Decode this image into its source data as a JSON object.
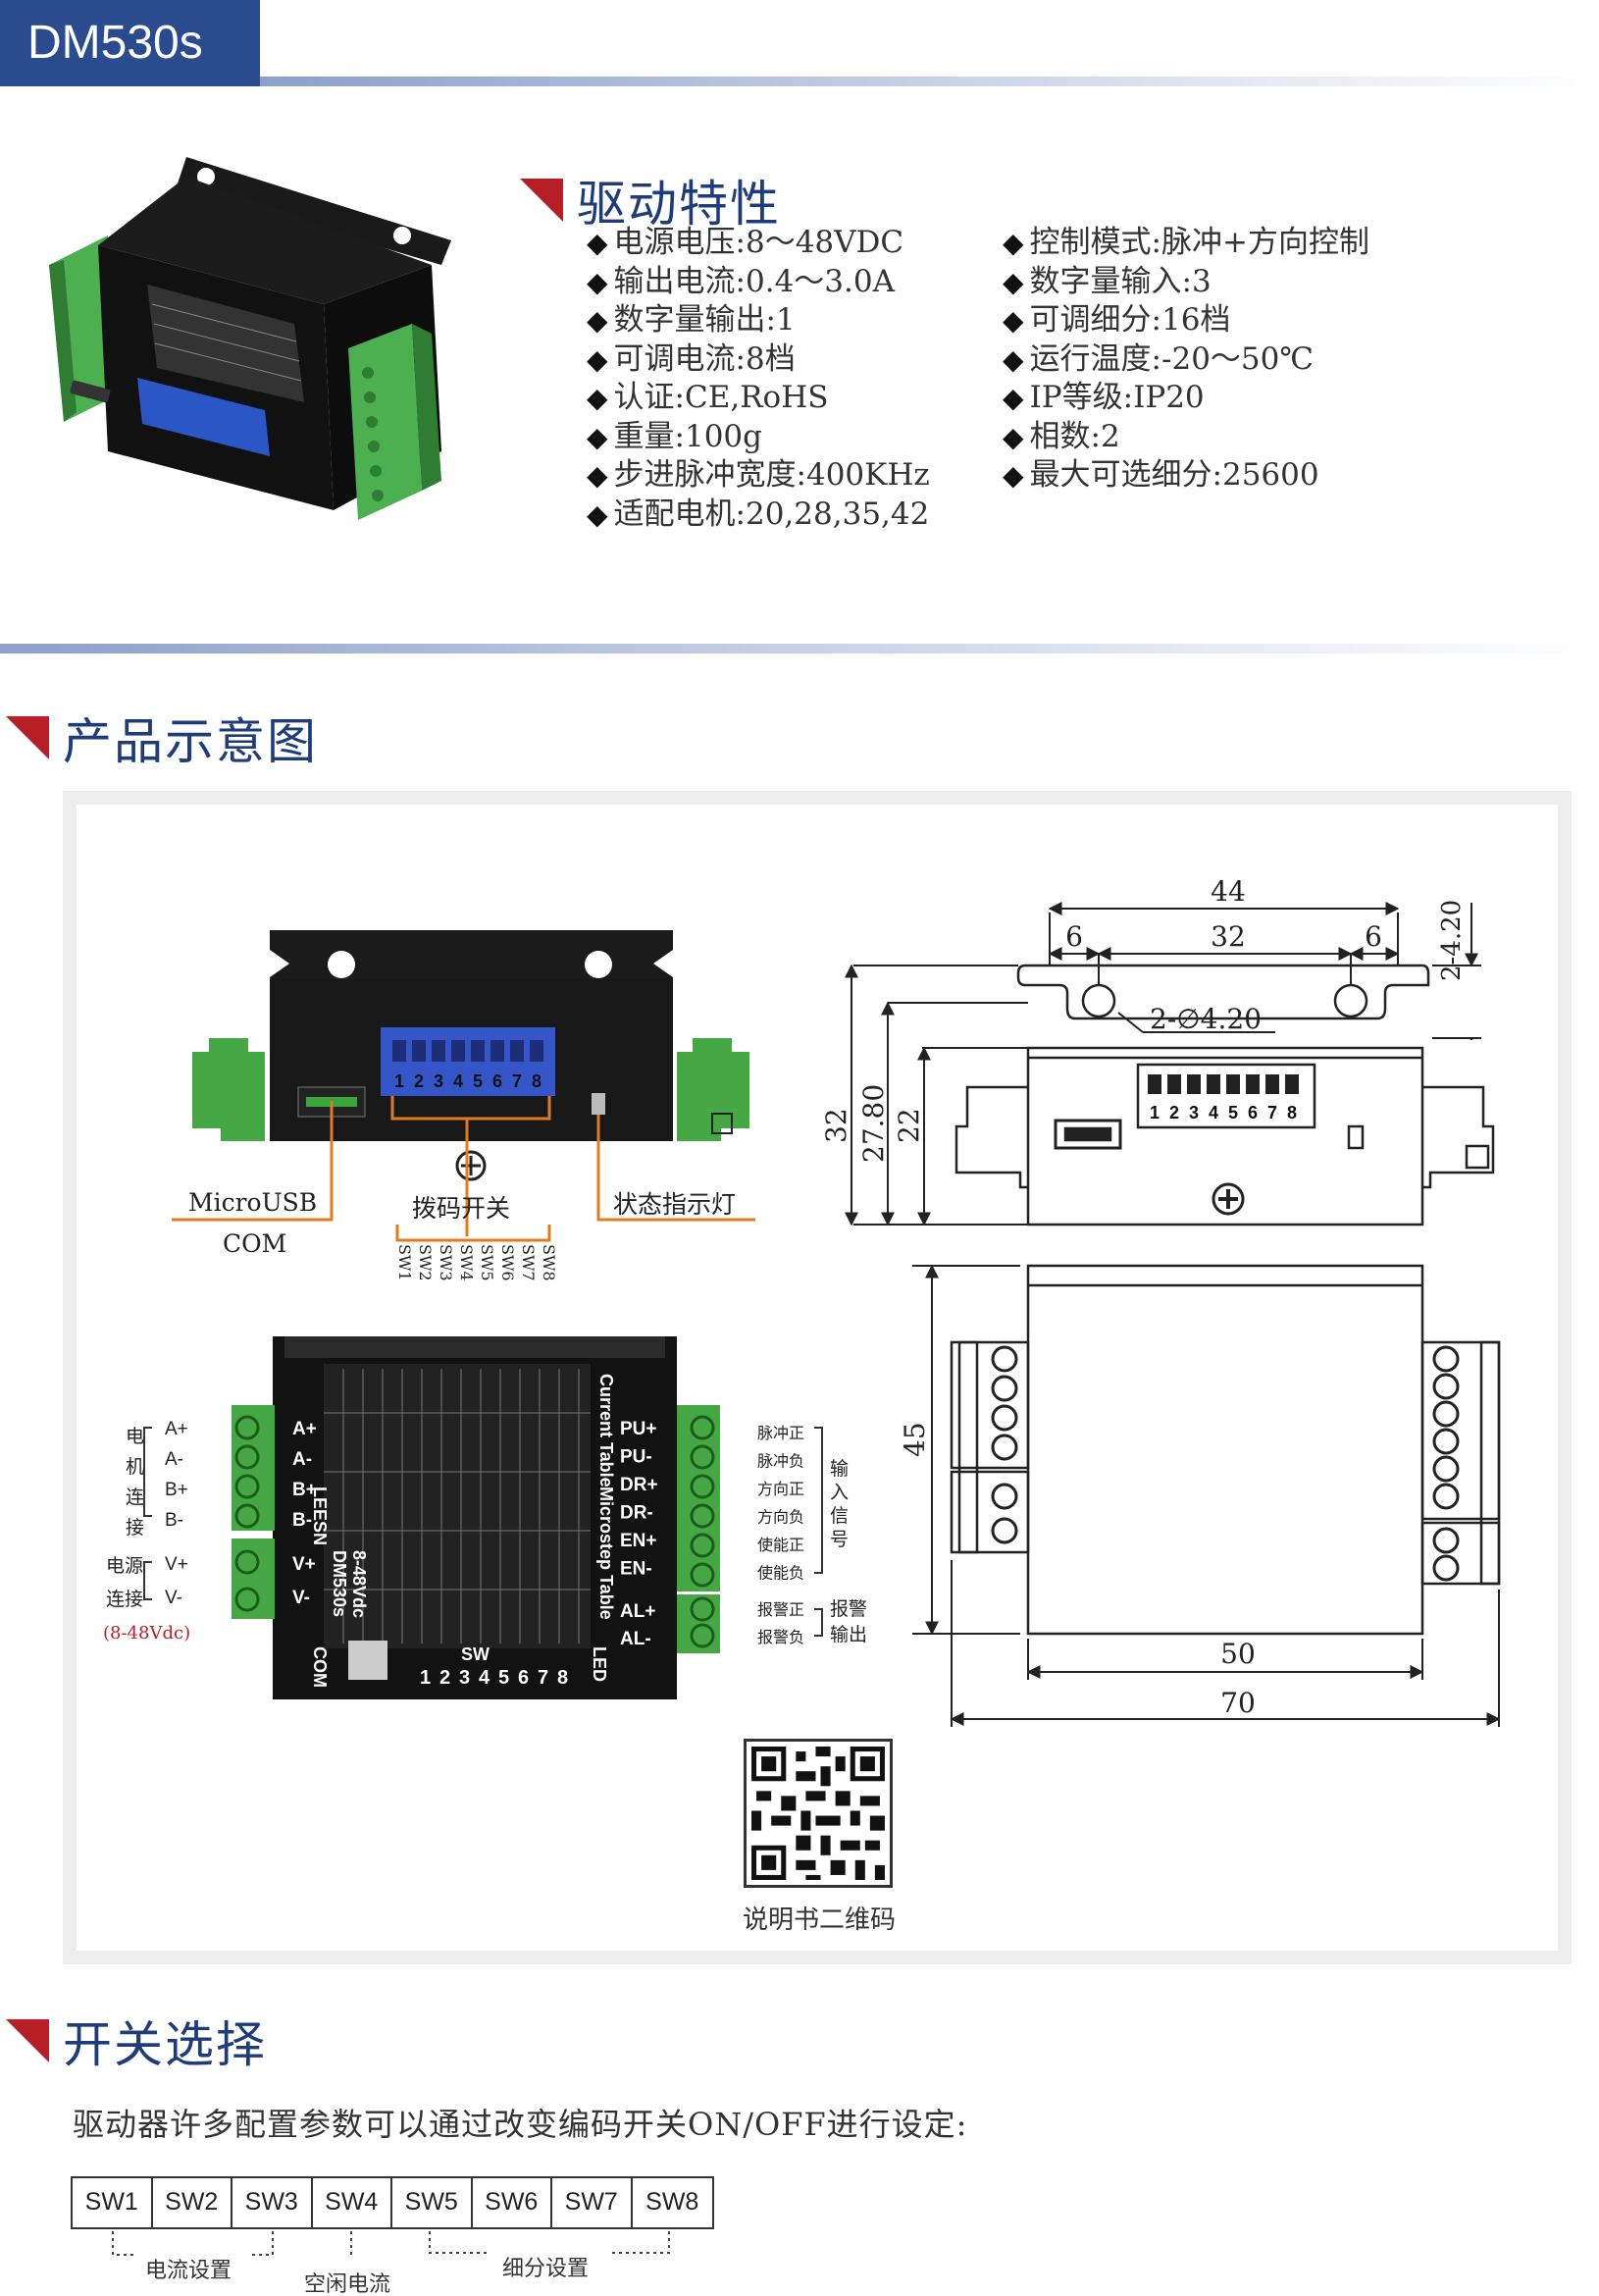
{
  "header": {
    "model": "DM530s"
  },
  "features": {
    "title": "驱动特性",
    "left": [
      "电源电压:8～48VDC",
      "输出电流:0.4～3.0A",
      "数字量输出:1",
      "可调电流:8档",
      "认证:CE,RoHS",
      "重量:100g",
      "步进脉冲宽度:400KHz",
      "适配电机:20,28,35,42"
    ],
    "right": [
      "控制模式:脉冲+方向控制",
      "数字量输入:3",
      "可调细分:16档",
      "运行温度:-20～50℃",
      "IP等级:IP20",
      "相数:2",
      "最大可选细分:25600"
    ]
  },
  "schematic": {
    "title": "产品示意图",
    "top_view": {
      "usb_label": "MicroUSB",
      "com_label": "COM",
      "dip_label": "拨码开关",
      "led_label": "状态指示灯",
      "dip_numbers": [
        "1",
        "2",
        "3",
        "4",
        "5",
        "6",
        "7",
        "8"
      ],
      "switch_names": [
        "SW1",
        "SW2",
        "SW3",
        "SW4",
        "SW5",
        "SW6",
        "SW7",
        "SW8"
      ]
    },
    "dimensions": {
      "d44": "44",
      "d32h": "32",
      "d6a": "6",
      "d6b": "6",
      "d420": "2-4.20",
      "hole": "2-∅4.20",
      "v32": "32",
      "v2780": "27.80",
      "v22": "22",
      "v45": "45",
      "d50": "50",
      "d70": "70"
    },
    "front_view": {
      "left_group_motor": "电机连接",
      "motor_pins": [
        "A+",
        "A-",
        "B+",
        "B-"
      ],
      "left_group_power": "电源连接",
      "power_pins": [
        "V+",
        "V-"
      ],
      "power_range": "(8-48Vdc)",
      "right_pins": [
        "PU+",
        "PU-",
        "DR+",
        "DR-",
        "EN+",
        "EN-",
        "AL+",
        "AL-"
      ],
      "right_signals": [
        "脉冲正",
        "脉冲负",
        "方向正",
        "方向负",
        "使能正",
        "使能负",
        "报警正",
        "报警负"
      ],
      "input_group": "输入信号",
      "alarm_group": "报警输出",
      "device_model": "DM530s",
      "device_voltage": "8-48Vdc",
      "brand": "LEESN",
      "table_title": "Current Table",
      "table_title2": "Microstep Table",
      "sw_label": "SW",
      "led_text": "LED",
      "com_text": "COM"
    },
    "qr_label": "说明书二维码"
  },
  "switch_select": {
    "title": "开关选择",
    "intro": "驱动器许多配置参数可以通过改变编码开关ON/OFF进行设定:",
    "switches": [
      "SW1",
      "SW2",
      "SW3",
      "SW4",
      "SW5",
      "SW6",
      "SW7",
      "SW8"
    ],
    "group_current": "电流设置",
    "group_idle": "空闲电流",
    "group_microstep": "细分设置"
  },
  "colors": {
    "accent_blue": "#2a4b8d",
    "title_red": "#b81e25",
    "terminal_green": "#3aa63a",
    "leader_orange": "#e07b1f"
  }
}
